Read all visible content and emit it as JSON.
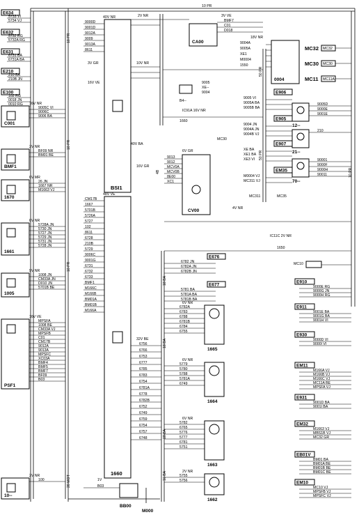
{
  "bus_top": "10 PR",
  "bus_labels": [
    "10 PR",
    "10 PR",
    "10 PR",
    "10 PR",
    "18 BA",
    "18 BA",
    "18 BA",
    "16 BA",
    "20 MOT",
    "50 PR",
    "50 PR",
    "4B"
  ],
  "connectors_left": [
    {
      "id": "E634",
      "wires": [
        "5733 VI",
        "5734 VJ"
      ]
    },
    {
      "id": "E632",
      "wires": [
        "5732 RG",
        "5732A RG"
      ]
    },
    {
      "id": "E631",
      "wires": [
        "6731 BA",
        "6731A BA"
      ]
    },
    {
      "id": "E210",
      "wires": [
        "210 BA",
        "210B JN"
      ]
    },
    {
      "id": "E100",
      "wires": [
        "102 RG",
        "0018 JN",
        "0010 RG"
      ]
    }
  ],
  "components_left": [
    {
      "id": "C001",
      "header": "16V NR",
      "pins": [
        "9005C VI",
        "9006C",
        "9006 BA"
      ]
    },
    {
      "id": "BMF1",
      "header": "2V NR",
      "pins": [
        "BF09 NR",
        "BM01 BE"
      ]
    },
    {
      "id": "1670",
      "header": "6V MR",
      "pins": [
        "26 JN",
        "1667 NR",
        "M1663 VJ"
      ]
    },
    {
      "id": "1661",
      "header": "6V NR",
      "pins": [
        "5728A JN",
        "5730 JN",
        "5727 JN",
        "5729 JN",
        "5731 JN",
        "5728 JN"
      ]
    },
    {
      "id": "1005",
      "header": "9V NR",
      "pins": [
        "1008 JN",
        "CM33A JN",
        "D010 JN",
        "5701B BE"
      ]
    },
    {
      "id": "PSF1",
      "header": "16V VE",
      "pins": [
        "MPSFA",
        "1008 BE",
        "CM33A VJ",
        "MPSFB",
        "C01",
        "CM17B",
        "9012A",
        "9013A",
        "MPSFC",
        "XC03A",
        "BMF4",
        "BMF5",
        "BMF7",
        "BF09",
        "B03"
      ]
    },
    {
      "id": "10--",
      "header": "2V NR",
      "pins": [
        "100"
      ]
    }
  ],
  "modules_center": [
    {
      "id": "BSI1",
      "header": "40V NR",
      "pins": [
        "9000D",
        "9001D",
        "9012A",
        "9009",
        "9013A",
        "8611"
      ]
    },
    {
      "id": "1660",
      "header": "48V VE",
      "pins": [
        "CM17B",
        "1667",
        "5701B",
        "5726A",
        "5727",
        "102",
        "8611",
        "6728",
        "210B",
        "5729",
        "9006C",
        "9001G",
        "6731",
        "6732",
        "6733",
        "BMF1",
        "M166C",
        "M166B",
        "BM01A",
        "BM01B",
        "M166A"
      ]
    },
    {
      "id": "CV00",
      "header": "6V GR",
      "pins": [
        "9013",
        "9012",
        "MCV0A",
        "MCV0B",
        "8E00",
        "XC1"
      ]
    },
    {
      "id": "BB00",
      "header": "1V",
      "pins": [
        "B03"
      ]
    },
    {
      "id": "M000",
      "header": "",
      "pins": []
    }
  ],
  "modules_right": [
    {
      "id": "CA00",
      "header": "3V VE",
      "pins": [
        "BMF7",
        "C01",
        "D018"
      ]
    },
    {
      "id": "0004",
      "header": "18V NR",
      "pins": [
        "9004A",
        "9005A",
        "XE1",
        "M0004",
        "1550"
      ]
    },
    {
      "id": "B4--",
      "header": "",
      "pins": [
        "9005",
        "XE--",
        "9004"
      ]
    },
    {
      "id": "MC32",
      "header": "",
      "pins": [
        "MC32"
      ]
    },
    {
      "id": "MC30",
      "header": "",
      "pins": [
        "MC30"
      ]
    },
    {
      "id": "MC11",
      "header": "",
      "pins": [
        "MC11A"
      ]
    },
    {
      "id": "12--",
      "header": "",
      "pins": [
        "9005D",
        "9000E",
        "9001E"
      ]
    },
    {
      "id": "21--",
      "header": "",
      "pins": [
        "210"
      ]
    },
    {
      "id": "70--",
      "header": "",
      "pins": [
        "90001",
        "9000F",
        "9000H",
        "90011"
      ]
    }
  ],
  "connectors_right": [
    {
      "id": "E906",
      "wires": [
        "9005 VI",
        "9005A BA",
        "9005B BA"
      ]
    },
    {
      "id": "E905",
      "wires": [
        "9004 JN",
        "9004A JN",
        "9004B VJ"
      ]
    },
    {
      "id": "E907",
      "wires": [
        "XE BA",
        "XE1 BA",
        "XE3 VI"
      ]
    },
    {
      "id": "EM35",
      "wires": [
        "M0004 VJ",
        "MC311 VJ"
      ]
    },
    {
      "id": "E676",
      "wires": [
        "6782 JN",
        "6782A JN",
        "6782B JN"
      ]
    },
    {
      "id": "E677",
      "wires": [
        "5781 BA",
        "5781A BA",
        "5781B BA"
      ]
    },
    {
      "id": "E910",
      "wires": [
        "9000E RG",
        "9000G JN",
        "9000H RG"
      ]
    },
    {
      "id": "E911",
      "wires": [
        "9001E BA",
        "9001G BA",
        "9001H VI"
      ]
    },
    {
      "id": "E930",
      "wires": [
        "9000D VI",
        "9000I VI"
      ]
    },
    {
      "id": "EM11",
      "wires": [
        "M166A VJ",
        "M166B VJ",
        "M166C VJ",
        "MC11A BE",
        "MPSFA VJ"
      ]
    },
    {
      "id": "E931",
      "wires": [
        "9001D BA",
        "9001I BA"
      ]
    },
    {
      "id": "EM32",
      "wires": [
        "M1663 VJ",
        "MBS1B VJ",
        "MC32 GR"
      ]
    },
    {
      "id": "EB01V",
      "wires": [
        "BM01 BA",
        "BM01A BE",
        "BM01B BE",
        "BM01C BE"
      ]
    },
    {
      "id": "EM10",
      "wires": [
        "MC10 VJ",
        "MPSFB VJ",
        "MPSFC VJ"
      ]
    }
  ],
  "motors": [
    {
      "id": "1665",
      "header": "6V NR",
      "pins": [
        "6782A",
        "6783",
        "6788",
        "6781B",
        "6784",
        "6755"
      ]
    },
    {
      "id": "1664",
      "header": "6V NR",
      "pins": [
        "5779",
        "5780",
        "5788",
        "5781A",
        "6749"
      ]
    },
    {
      "id": "1663",
      "header": "6V NR",
      "pins": [
        "5782",
        "6765",
        "5776",
        "5777",
        "6781",
        "5751"
      ]
    },
    {
      "id": "1662",
      "header": "2V NR",
      "pins": [
        "5755",
        "5756"
      ]
    }
  ],
  "block_32v": {
    "header": "32V BE",
    "pins": [
      "6756",
      "6766",
      "6753",
      "6777",
      "6785",
      "6783",
      "6754",
      "6781A",
      "6778",
      "6782B",
      "6752",
      "6749",
      "6759",
      "6754",
      "6757",
      "6748"
    ]
  },
  "misc_labels": [
    "2V NR",
    "10V NR",
    "3V GR",
    "16V VE",
    "40V BA",
    "16V GR",
    "IC91A 16V NR",
    "4V NR",
    "IC11C 2V NR",
    "MC10",
    "MC30",
    "MC35",
    "MC311",
    "1660",
    "1650",
    "1550"
  ]
}
